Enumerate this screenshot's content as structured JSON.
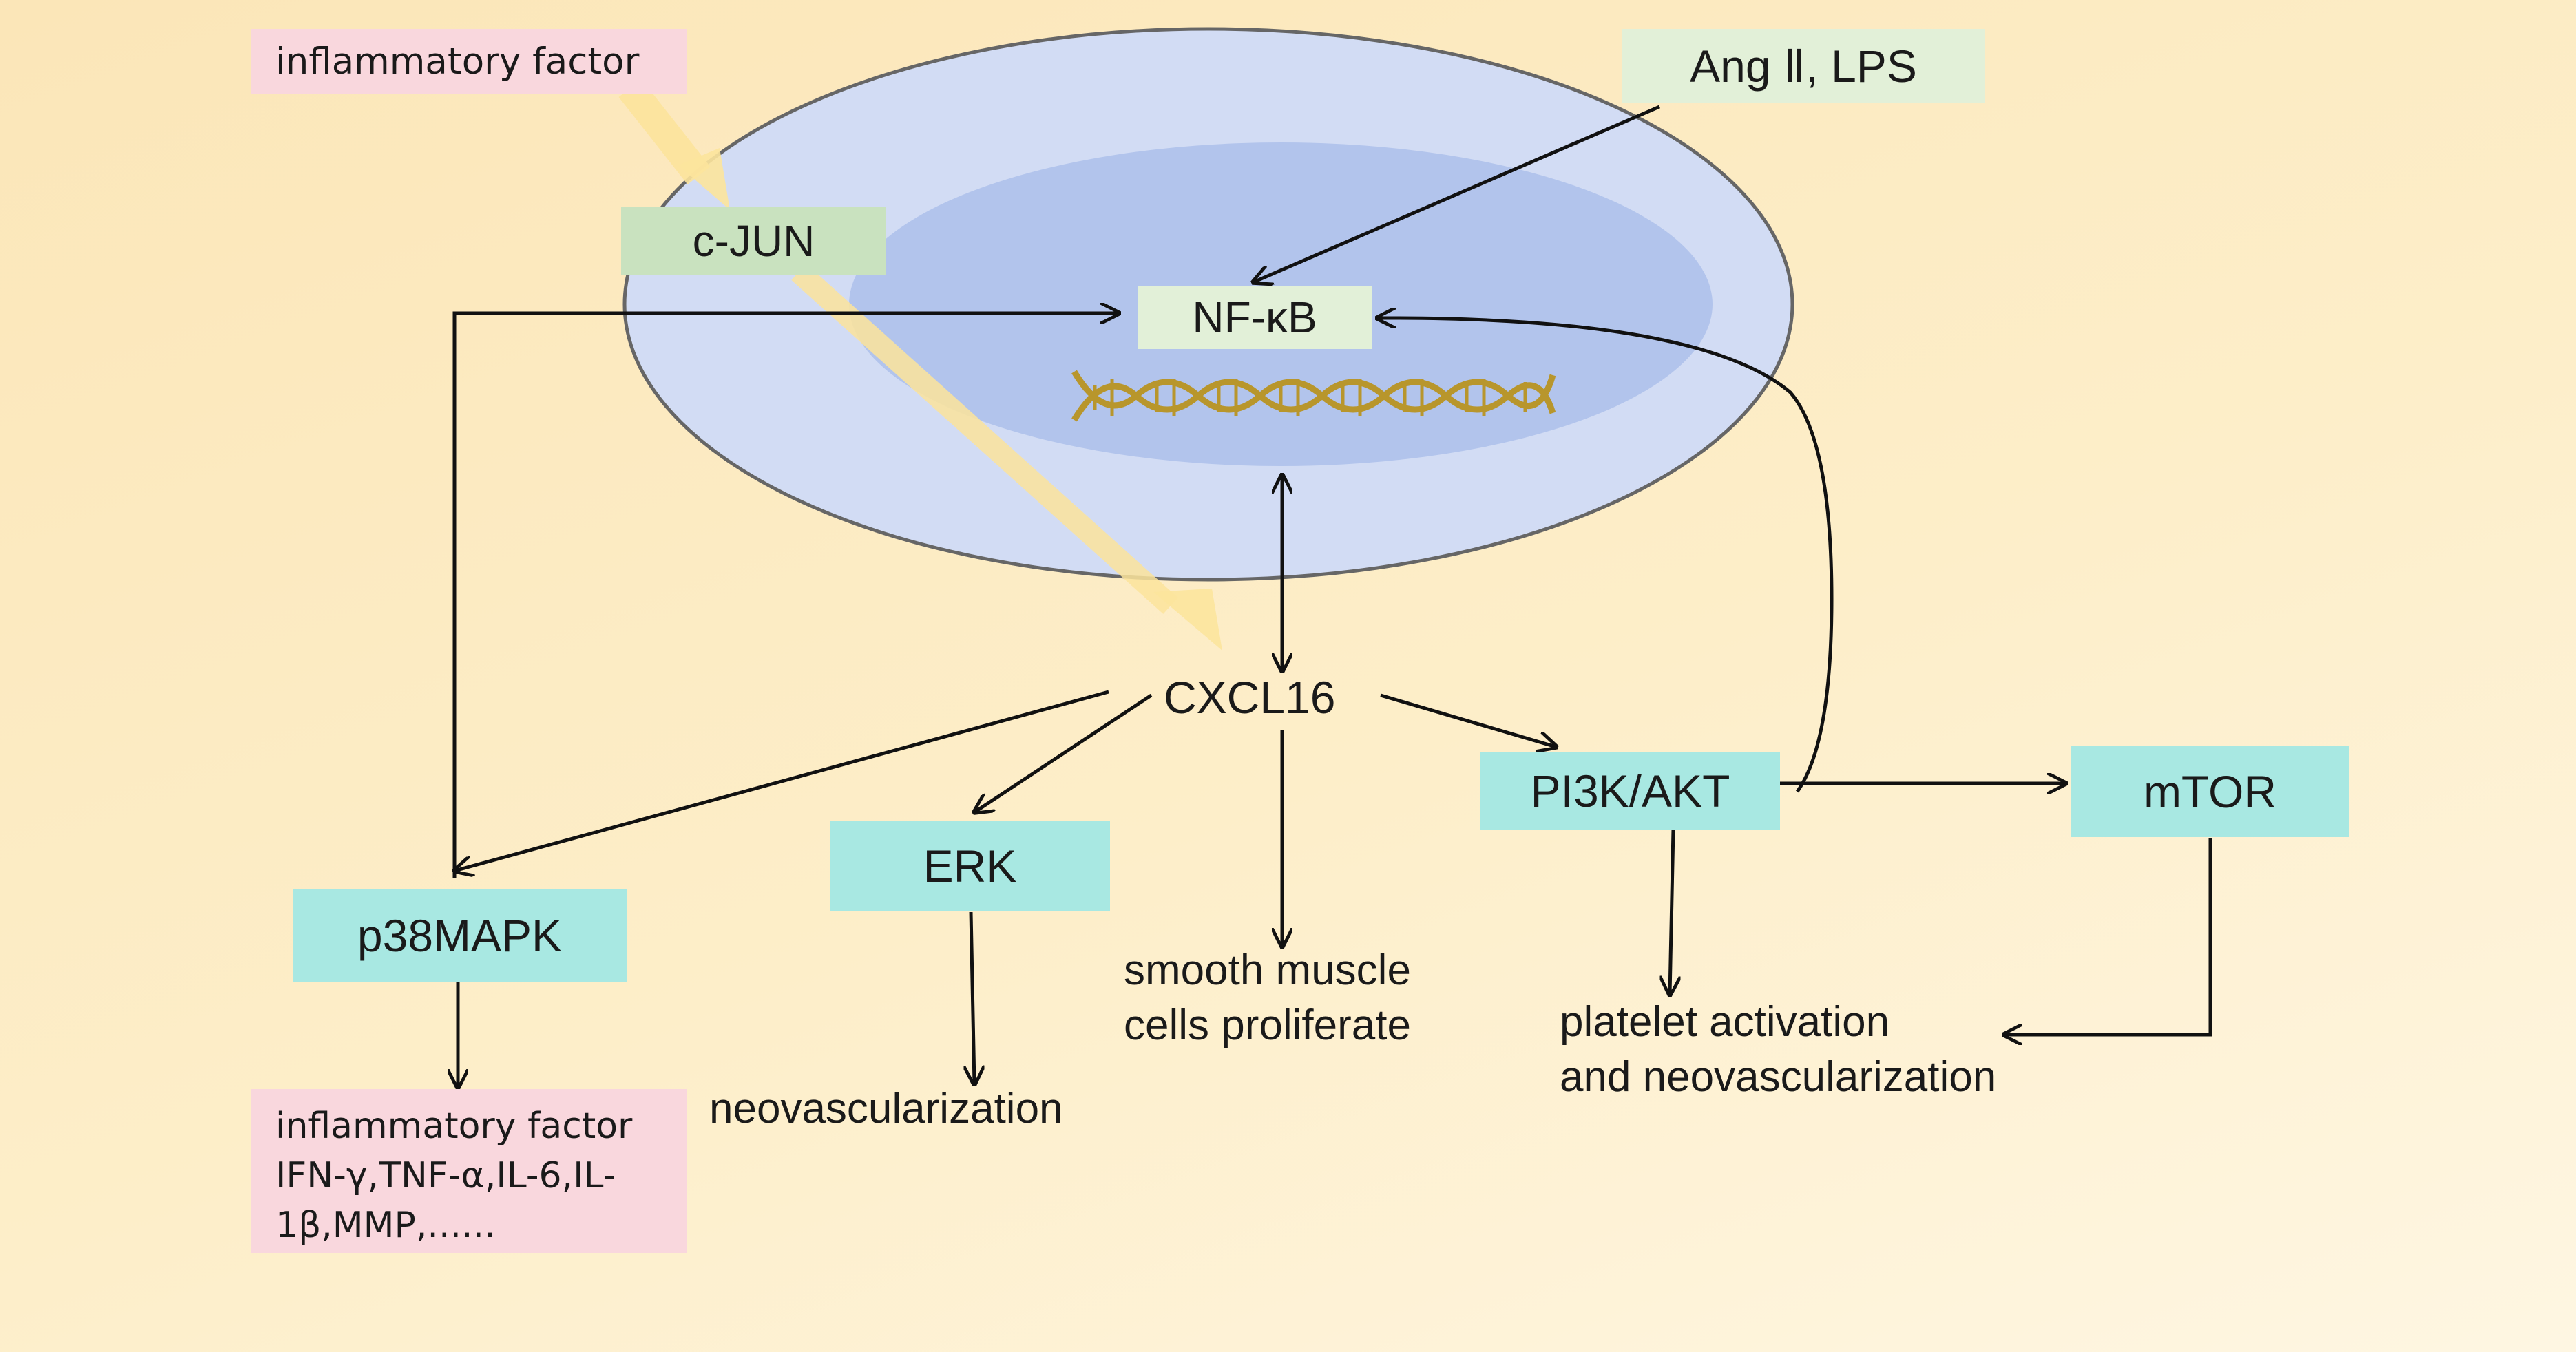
{
  "labels": {
    "inflammatory_factor_top": "inflammatory factor",
    "ang_lps": "Ang Ⅱ, LPS",
    "c_jun": "c-JUN",
    "nf_kb": "NF-κB",
    "cxcl16": "CXCL16",
    "p38mapk": "p38MAPK",
    "erk": "ERK",
    "pi3k_akt": "PI3K/AKT",
    "mtor": "mTOR",
    "smooth_muscle_line1": "smooth muscle",
    "smooth_muscle_line2": "cells proliferate",
    "neovascularization": "neovascularization",
    "platelet_line1": "platelet activation",
    "platelet_line2": "and neovascularization",
    "inflammatory_bottom_line1": "inflammatory factor",
    "inflammatory_bottom_line2": "IFN-γ,TNF-α,IL-6,IL-",
    "inflammatory_bottom_line3": "1β,MMP,......"
  },
  "colors": {
    "cell_outer": "#d2dcf4",
    "cell_inner": "#b2c4ec",
    "dna": "#b8962c",
    "yellow_arrow": "#fce49c",
    "pink_box": "#f9d7dd",
    "cyan_box": "#a8e8e2"
  },
  "icons": {
    "dna": "dna-helix-icon"
  }
}
